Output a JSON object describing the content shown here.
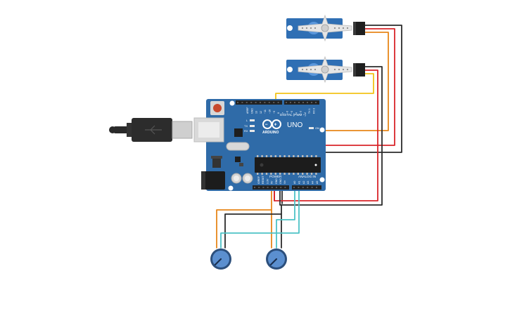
{
  "board": {
    "brand": "ARDUINO",
    "model": "UNO",
    "digital_label": "DIGITAL (PWM ~)",
    "power_label": "POWER",
    "analog_label": "ANALOG IN",
    "on_label": "ON",
    "tx_label": "TX",
    "rx_label": "RX",
    "l_label": "L",
    "digital_pins": [
      "AREF",
      "GND",
      "13",
      "12",
      "~11",
      "~10",
      "~9",
      "8",
      "7",
      "~6",
      "~5",
      "4",
      "~3",
      "2",
      "TX 1",
      "RX 0"
    ],
    "power_pins": [
      "IOREF",
      "RESET",
      "3.3V",
      "5V",
      "GND",
      "GND",
      "Vin"
    ],
    "analog_pins": [
      "A0",
      "A1",
      "A2",
      "A3",
      "A4",
      "A5"
    ]
  },
  "components": {
    "servo_top": "servo",
    "servo_bottom": "servo",
    "pot_left": "potentiometer",
    "pot_right": "potentiometer",
    "usb_cable": "usb-cable"
  },
  "colors": {
    "board": "#2f6ba8",
    "board_dark": "#24578c",
    "header": "#222222",
    "servo_body": "#2f6fb4",
    "servo_horn": "#e6e6e6",
    "wire_orange": "#e7861a",
    "wire_red": "#d9252a",
    "wire_black": "#2b2b2b",
    "wire_yellow": "#f2c318",
    "wire_teal": "#4cc3c6",
    "pot_body": "#5b8fcf",
    "pot_ring": "#2c4f7c"
  }
}
